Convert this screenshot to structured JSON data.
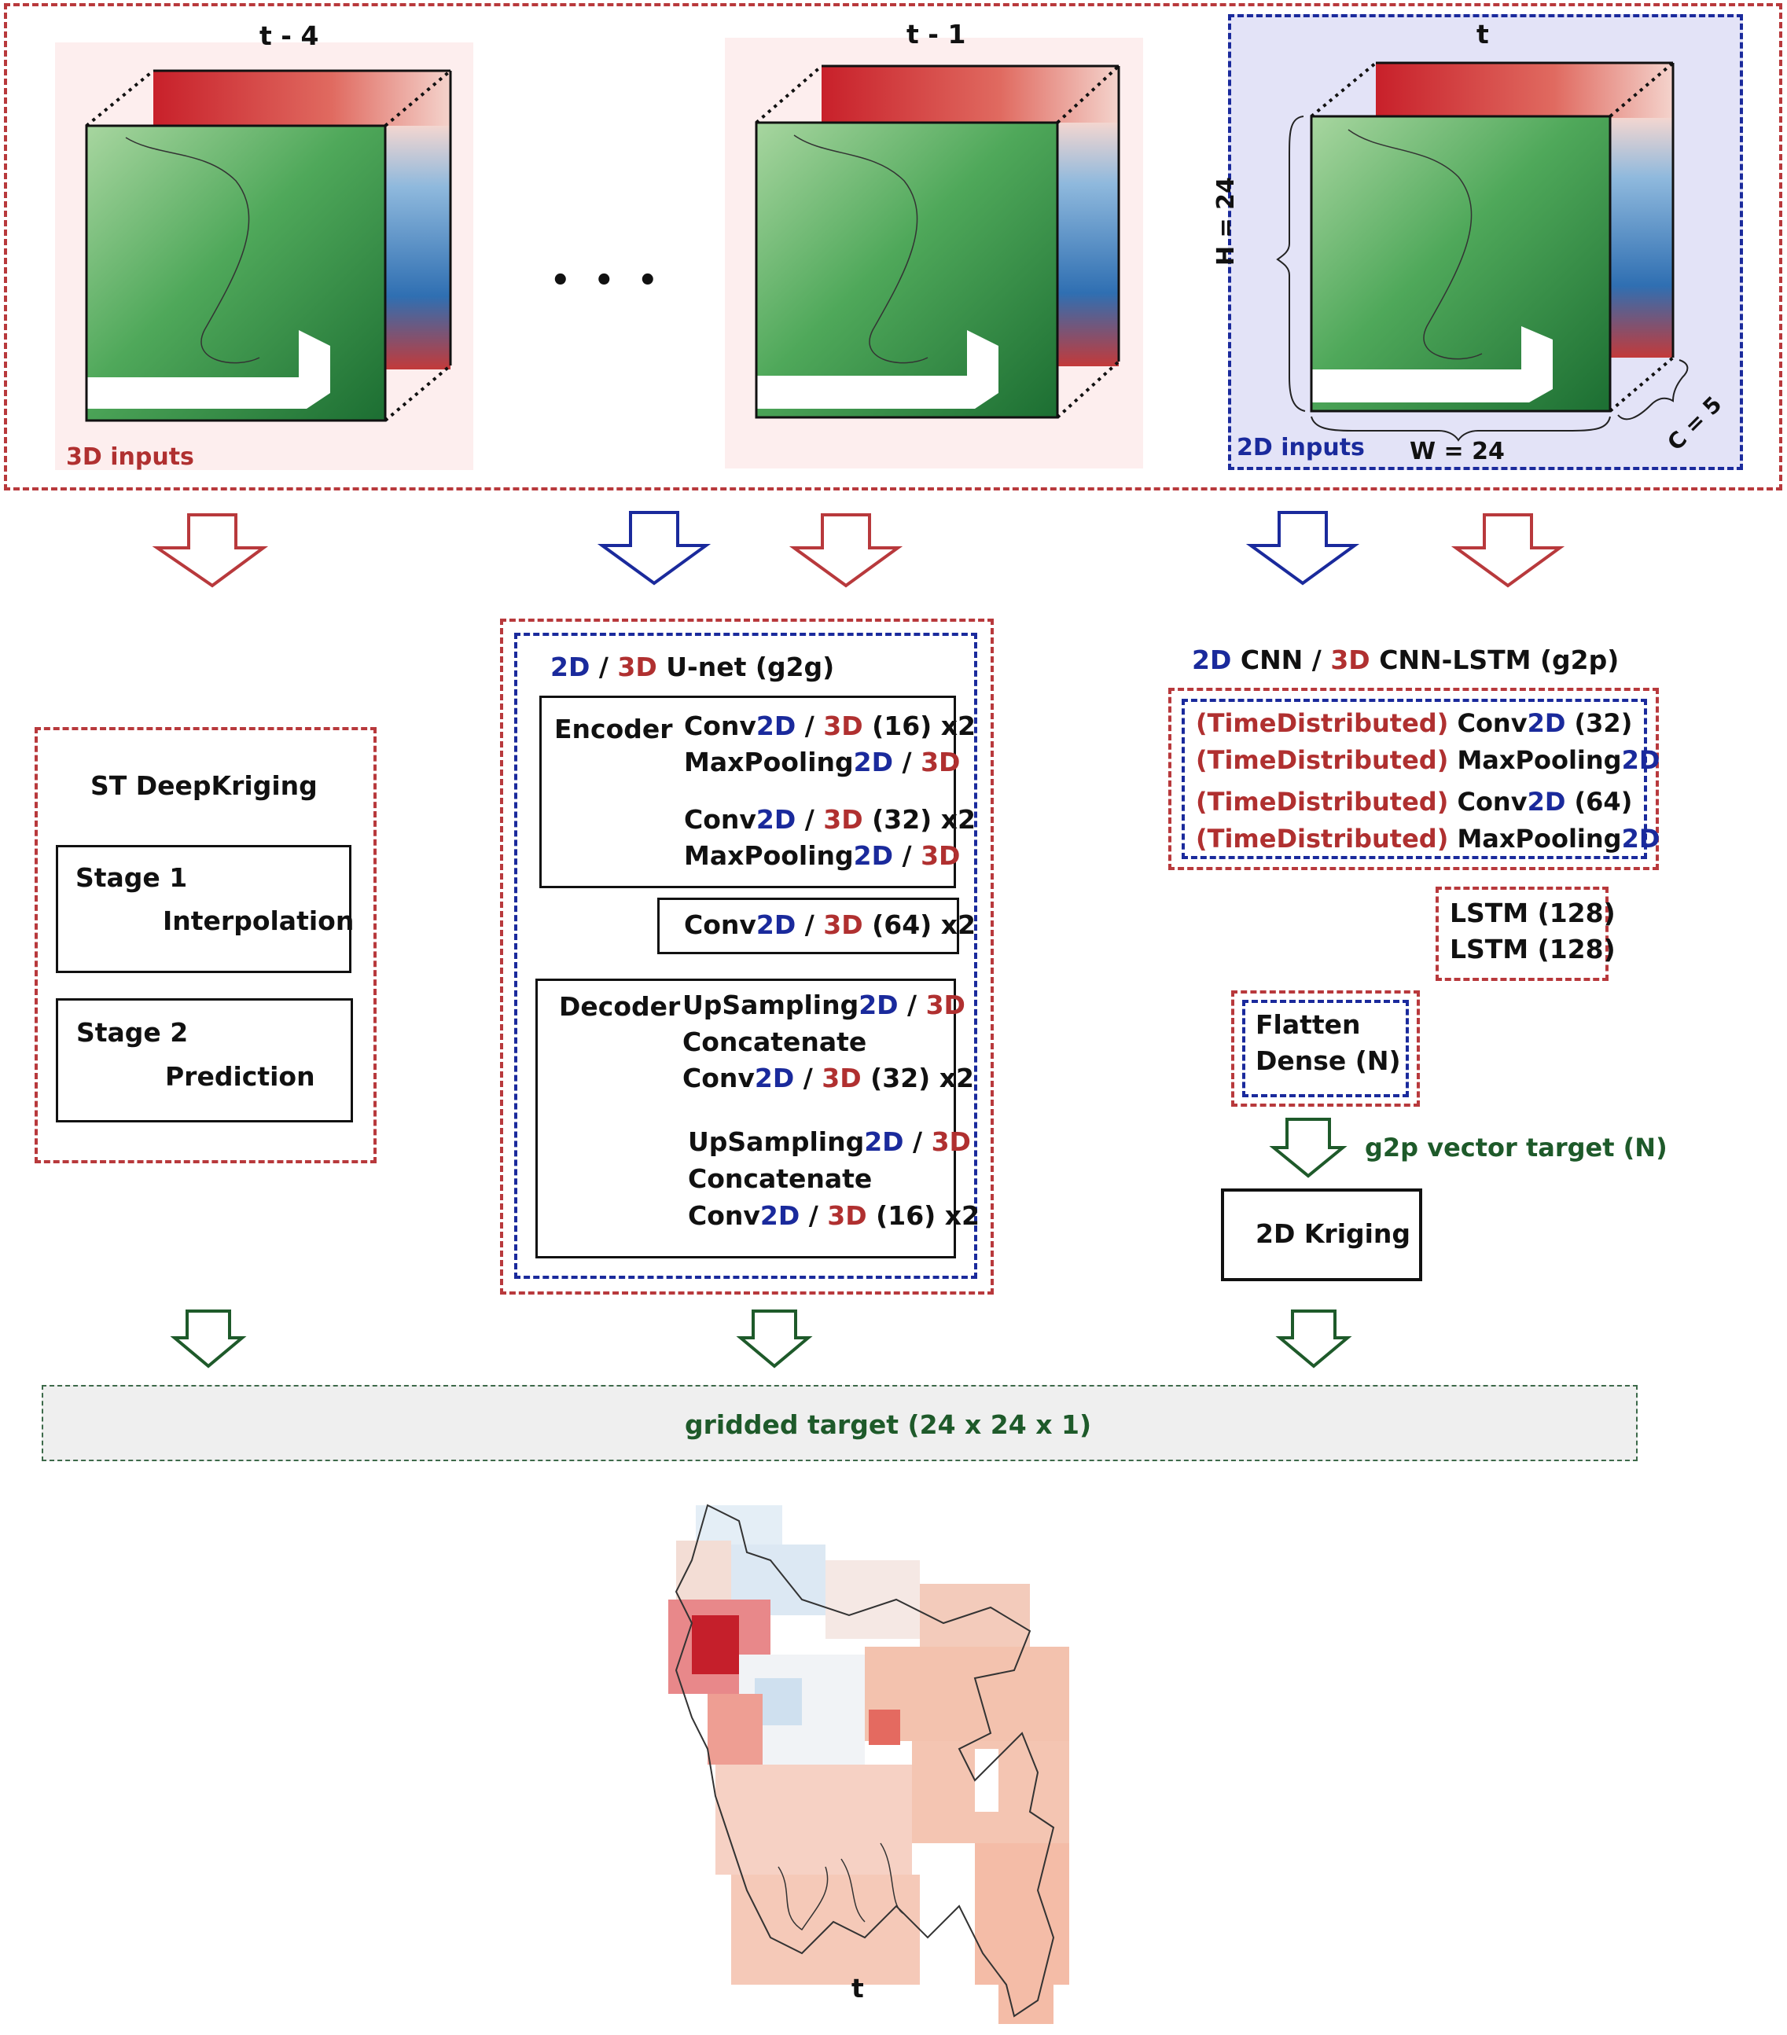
{
  "inputs": {
    "labels": [
      "t - 4",
      "t - 1",
      "t"
    ],
    "ellipsis": "• • •",
    "label_3d": "3D inputs",
    "label_2d": "2D inputs",
    "dim_h": "H = 24",
    "dim_w": "W = 24",
    "dim_c": "C = 5"
  },
  "deepkriging": {
    "title": "ST DeepKriging",
    "stage1_title": "Stage 1",
    "stage1_sub": "Interpolation",
    "stage2_title": "Stage 2",
    "stage2_sub": "Prediction"
  },
  "unet": {
    "title_2d": "2D",
    "slash": " / ",
    "title_3d": "3D",
    "title_rest": " U-net (g2g)",
    "encoder_label": "Encoder",
    "decoder_label": "Decoder",
    "conv": "Conv",
    "maxpool": "MaxPooling",
    "upsampling": "UpSampling",
    "concatenate": "Concatenate",
    "d2": "2D",
    "d3": "3D",
    "f16": " (16) x2",
    "f32": " (32) x2",
    "f64": " (64) x2"
  },
  "cnn": {
    "title_2d": "2D",
    "title_mid": " CNN / ",
    "title_3d": "3D",
    "title_rest": " CNN-LSTM (g2p)",
    "td": "(TimeDistributed)",
    "conv": " Conv",
    "maxpool": " MaxPooling",
    "d2": "2D",
    "f32": " (32)",
    "f64": " (64)",
    "lstm1": "LSTM (128)",
    "lstm2": "LSTM (128)",
    "flatten": "Flatten",
    "dense": "Dense (N)",
    "vector_target": "g2p vector target (N)",
    "kriging": "2D Kriging"
  },
  "output": {
    "gridded_target": "gridded target (24 x 24 x 1)",
    "t_label": "t"
  },
  "colors": {
    "red": "#b8393c",
    "blue": "#1a2a9c",
    "green": "#1e5a2a",
    "pink_bg": "#fdeeee",
    "lavender_bg": "#e3e3f7",
    "gray_bg": "#efefef"
  }
}
